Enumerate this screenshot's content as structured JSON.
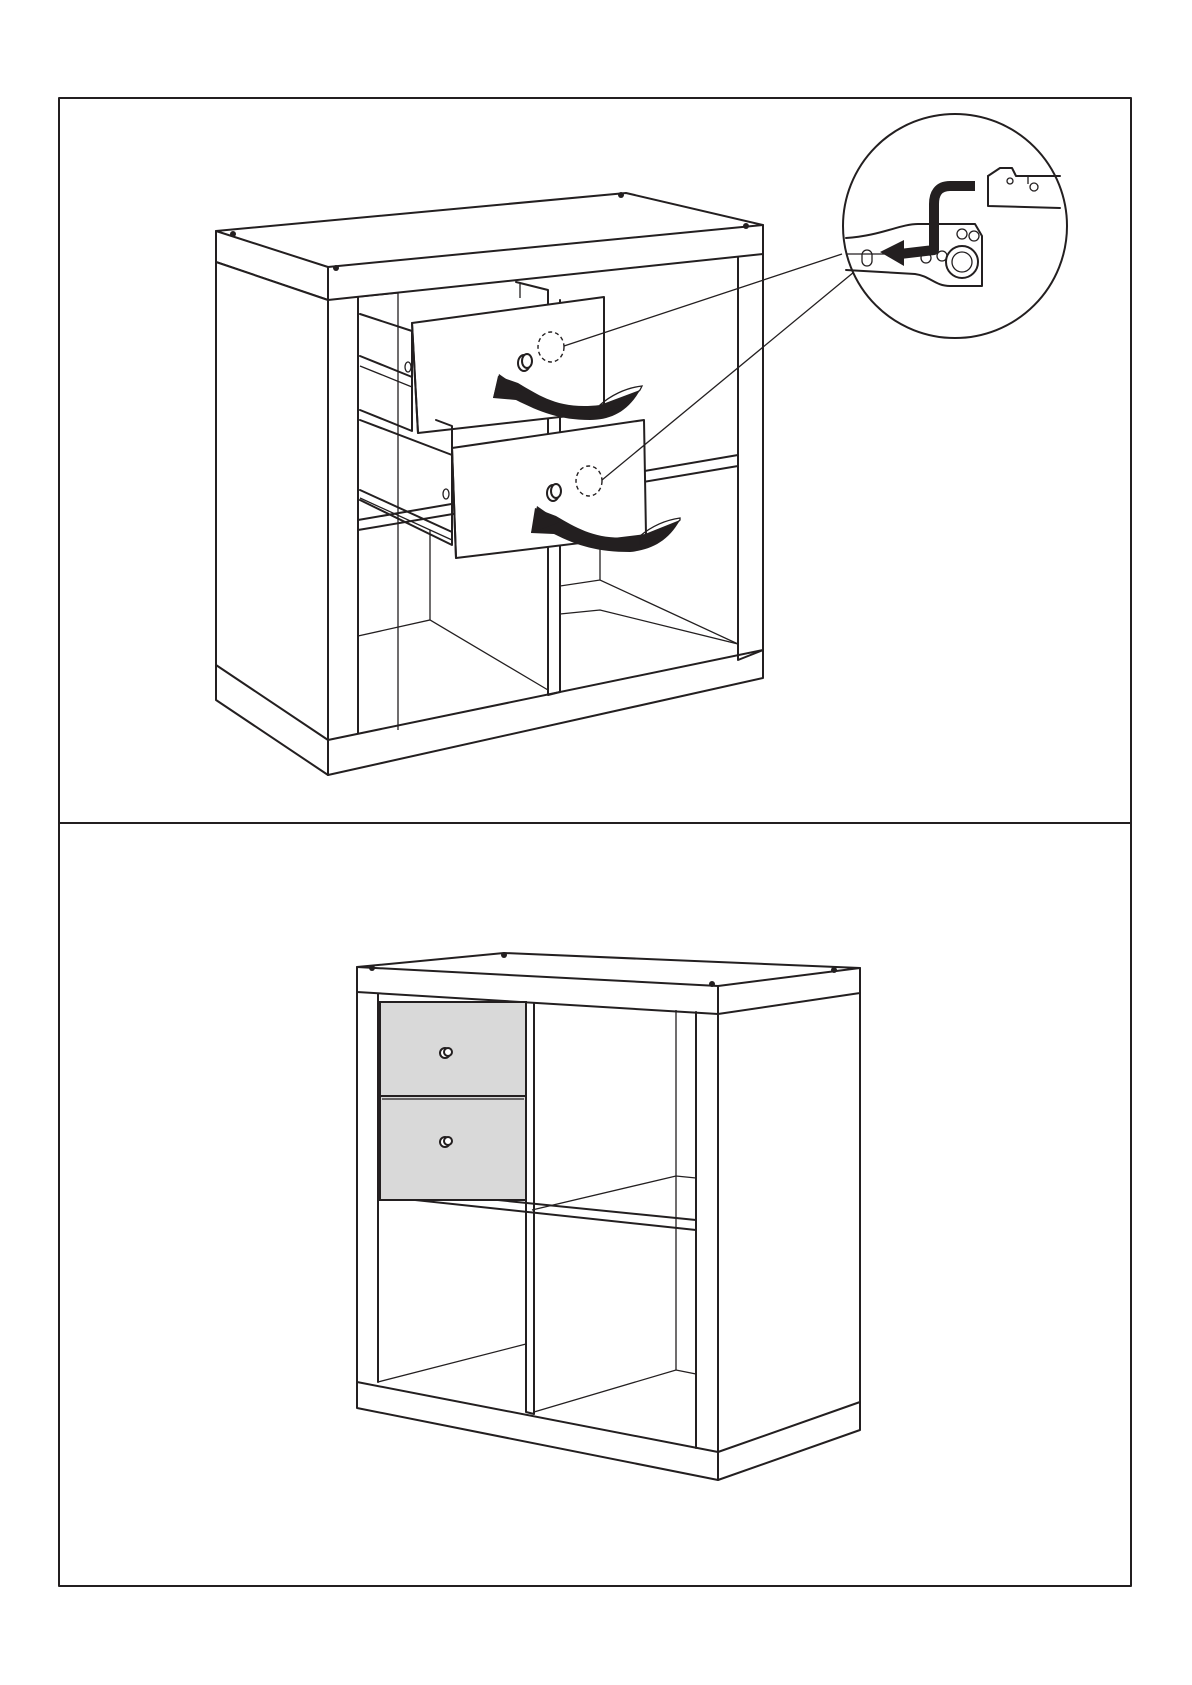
{
  "colors": {
    "line": "#231f20",
    "drawer_fill": "#d9d9d9",
    "arrow": "#231f20",
    "background": "#ffffff"
  },
  "panels": [
    {
      "id": "step-install-drawers",
      "shows": [
        "shelf-unit",
        "drawers-sliding-in",
        "insert-arrows",
        "detail-circle"
      ]
    },
    {
      "id": "step-result",
      "shows": [
        "shelf-unit",
        "two-drawers-installed"
      ]
    }
  ],
  "icons": [
    "curved-arrow-icon",
    "hook-arrow-icon",
    "knob-icon"
  ]
}
